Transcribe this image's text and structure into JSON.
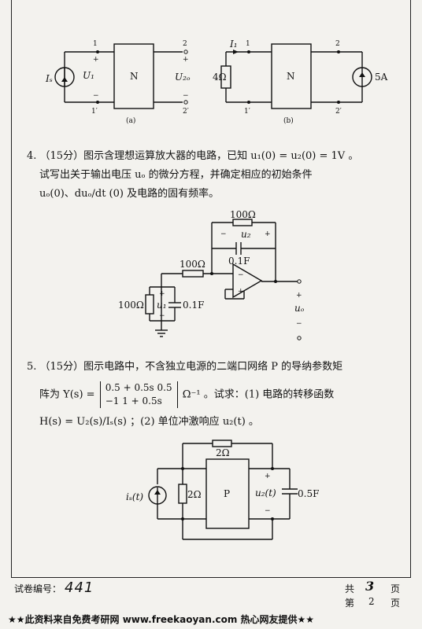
{
  "q4": {
    "line1": "4.  （15分）图示含理想运算放大器的电路，已知 u₁(0) = u₂(0) = 1V 。",
    "line2": "试写出关于输出电压 uₒ 的微分方程，并确定相应的初始条件",
    "line3": "uₒ(0)、duₒ/dt (0) 及电路的固有频率。"
  },
  "q5": {
    "line1": "5.  （15分）图示电路中，不含独立电源的二端口网络 P 的导纳参数矩",
    "line2_prefix": "阵为 Y(s) =",
    "matrix_r1": "0.5 + 0.5s      0.5",
    "matrix_r2": "−1      1 + 0.5s",
    "line2_suffix": "Ω⁻¹ 。试求：(1) 电路的转移函数",
    "line3": "H(s) = U₂(s)/Iₛ(s) ；(2) 单位冲激响应 u₂(t) 。"
  },
  "fig_a": {
    "source": "Iₛ",
    "u1": "U₁",
    "box": "N",
    "out": "U₂ₒ",
    "p1": "1",
    "p1p": "1′",
    "p2": "2",
    "p2p": "2′",
    "caption": "(a)",
    "plus": "+",
    "minus": "−"
  },
  "fig_b": {
    "resistor": "4Ω",
    "i1": "I₁",
    "p1": "1",
    "p1p": "1′",
    "box": "N",
    "p2": "2",
    "p2p": "2′",
    "source": "5A",
    "caption": "(b)"
  },
  "fig_q4": {
    "r_fb": "100Ω",
    "u2": "u₂",
    "c_fb": "0.1F",
    "r_in": "100Ω",
    "r_g": "100Ω",
    "u1": "u₁",
    "c_g": "0.1F",
    "uo": "uₒ"
  },
  "fig_q5": {
    "r_top": "2Ω",
    "is": "iₛ(t)",
    "r_left": "2Ω",
    "box": "P",
    "u2": "u₂(t)",
    "cap": "0.5F"
  },
  "footer": {
    "code_label": "试卷编号：",
    "code_value": "441",
    "total_label": "共",
    "total_value": "3",
    "page_unit": "页",
    "page_label": "第",
    "page_value": "2",
    "banner": "★★此资料来自免费考研网 www.freekaoyan.com 热心网友提供★★"
  }
}
